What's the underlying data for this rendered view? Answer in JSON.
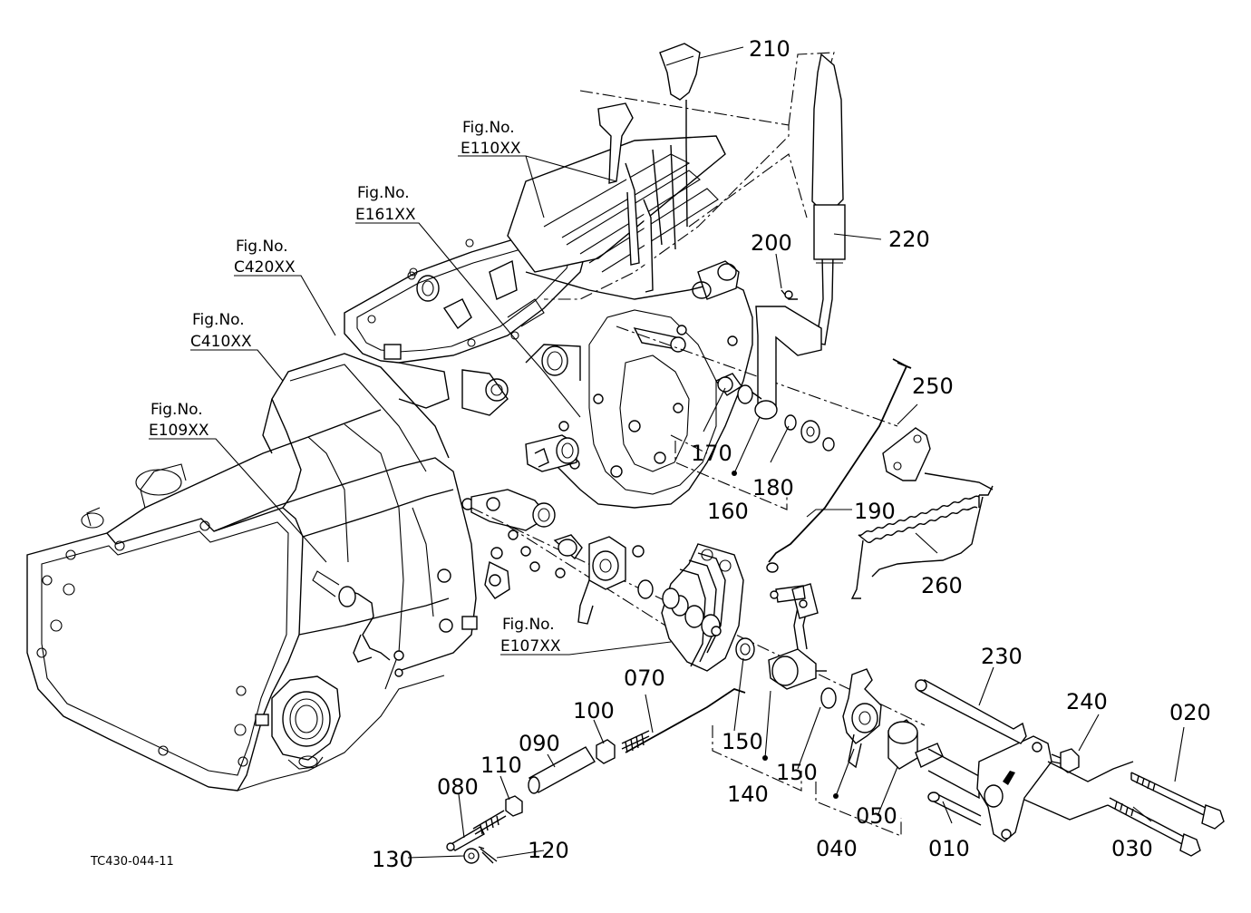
{
  "fig_refs": [
    {
      "id": "e110",
      "prefix": "Fig.No.",
      "code": "E110XX"
    },
    {
      "id": "e161",
      "prefix": "Fig.No.",
      "code": "E161XX"
    },
    {
      "id": "c420",
      "prefix": "Fig.No.",
      "code": "C420XX"
    },
    {
      "id": "c410",
      "prefix": "Fig.No.",
      "code": "C410XX"
    },
    {
      "id": "e109",
      "prefix": "Fig.No.",
      "code": "E109XX"
    },
    {
      "id": "e107",
      "prefix": "Fig.No.",
      "code": "E107XX"
    }
  ],
  "parts": [
    "210",
    "220",
    "200",
    "250",
    "170",
    "180",
    "160",
    "190",
    "260",
    "230",
    "240",
    "020",
    "070",
    "100",
    "150",
    "150",
    "090",
    "110",
    "080",
    "140",
    "050",
    "040",
    "010",
    "030",
    "130",
    "120"
  ],
  "drawing_code": "TC430-044-11"
}
